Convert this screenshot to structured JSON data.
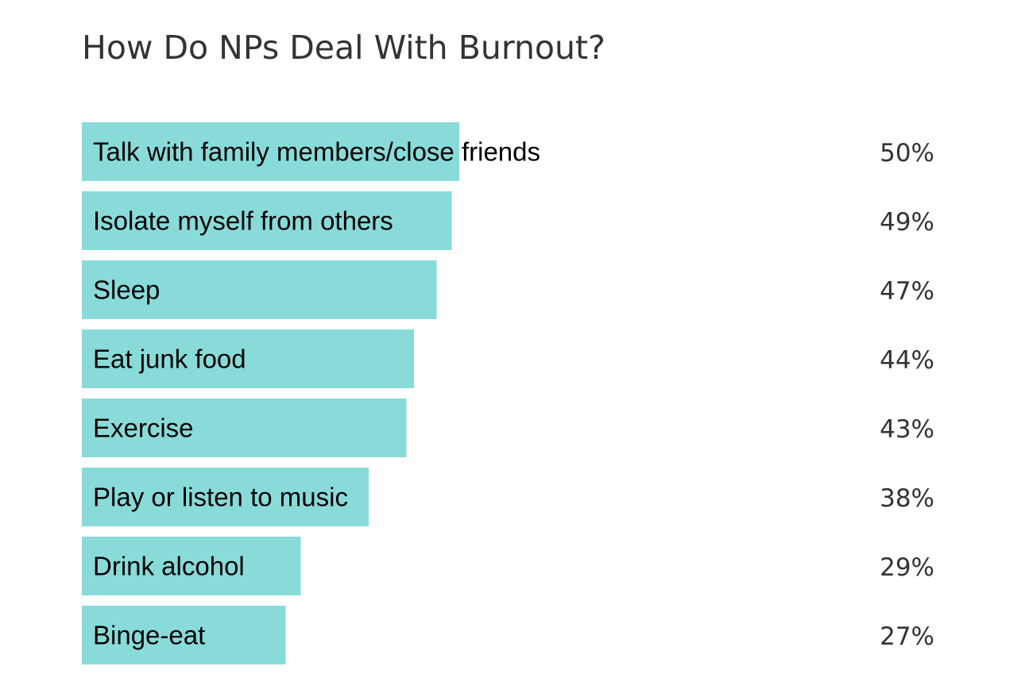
{
  "chart_data": {
    "type": "bar",
    "orientation": "horizontal",
    "title": "How Do NPs Deal With Burnout?",
    "categories": [
      "Talk with family members/close friends",
      "Isolate myself from others",
      "Sleep",
      "Eat junk food",
      "Exercise",
      "Play or listen to music",
      "Drink alcohol",
      "Binge-eat"
    ],
    "values": [
      50,
      49,
      47,
      44,
      43,
      38,
      29,
      27
    ],
    "value_labels": [
      "50%",
      "49%",
      "47%",
      "44%",
      "43%",
      "38%",
      "29%",
      "27%"
    ],
    "unit": "%",
    "xlim": [
      0,
      100
    ],
    "grid": false,
    "legend": "none",
    "bar_color": "#88dbd9",
    "text_color": "#333333"
  }
}
